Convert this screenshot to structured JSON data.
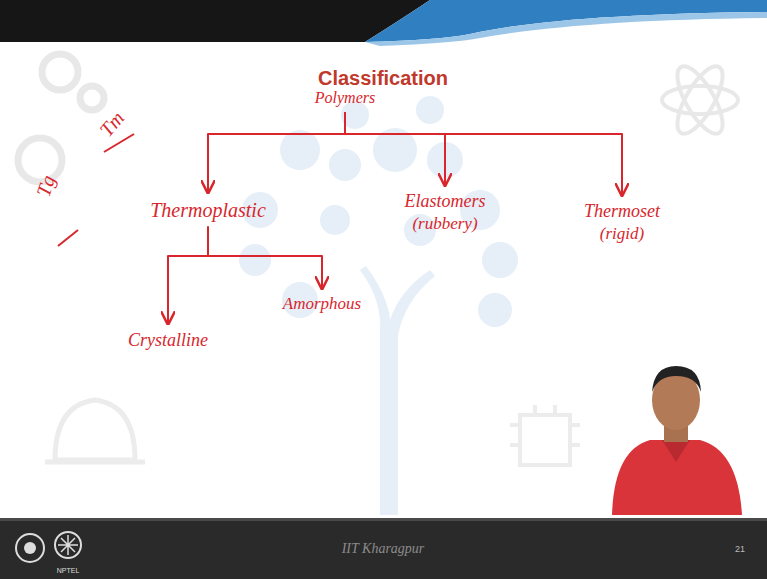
{
  "diagram": {
    "title": "Classification",
    "nodes": [
      {
        "text": [
          "Polymers"
        ]
      },
      {
        "text": [
          "Thermoplastic"
        ]
      },
      {
        "text": [
          "Elastomers",
          "(rubbery)"
        ]
      },
      {
        "text": [
          "Thermoset",
          "(rigid)"
        ]
      },
      {
        "text": [
          "Crystalline"
        ]
      },
      {
        "text": [
          "Amorphous"
        ]
      }
    ],
    "edges": [
      {
        "from": 0,
        "to": 1,
        "arrow": "to"
      },
      {
        "from": 0,
        "to": 2,
        "arrow": "to"
      },
      {
        "from": 0,
        "to": 3,
        "arrow": "to"
      },
      {
        "from": 1,
        "to": 4,
        "arrow": "to"
      },
      {
        "from": 1,
        "to": 5,
        "arrow": "to"
      }
    ],
    "labels": [
      "Tg",
      "Tm",
      "IIT Kharagpur",
      "21",
      "NPTEL"
    ]
  }
}
